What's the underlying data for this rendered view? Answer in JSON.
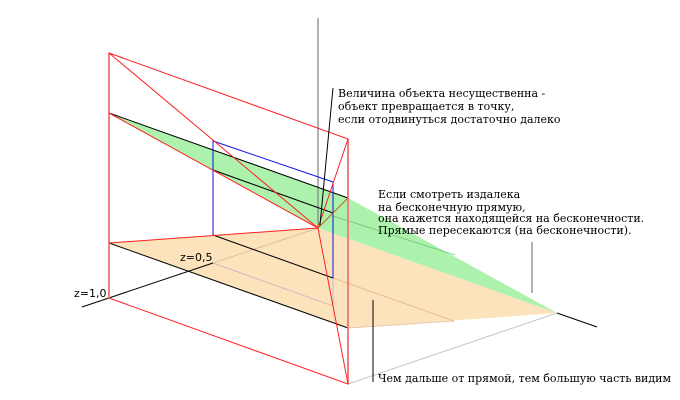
{
  "labels": {
    "z_far": "z=1,0",
    "z_mid": "z=0,5"
  },
  "annotations": {
    "point": [
      "Величина объекта несущественна -",
      "объект превращается в точку,",
      "если отодвинуться достаточно далеко"
    ],
    "infinity": [
      "Если смотреть издалека",
      "на бесконечную прямую,",
      "она кажется находящейся на бесконечности.",
      "Прямые пересекаются (на бесконечности)."
    ],
    "view": [
      "Чем дальше от прямой, тем большую часть видим"
    ]
  },
  "colors": {
    "frame": "#ff2020",
    "plane_upper": "#9ef09e",
    "plane_lower": "#fde0b4",
    "object": "#1010e0"
  }
}
